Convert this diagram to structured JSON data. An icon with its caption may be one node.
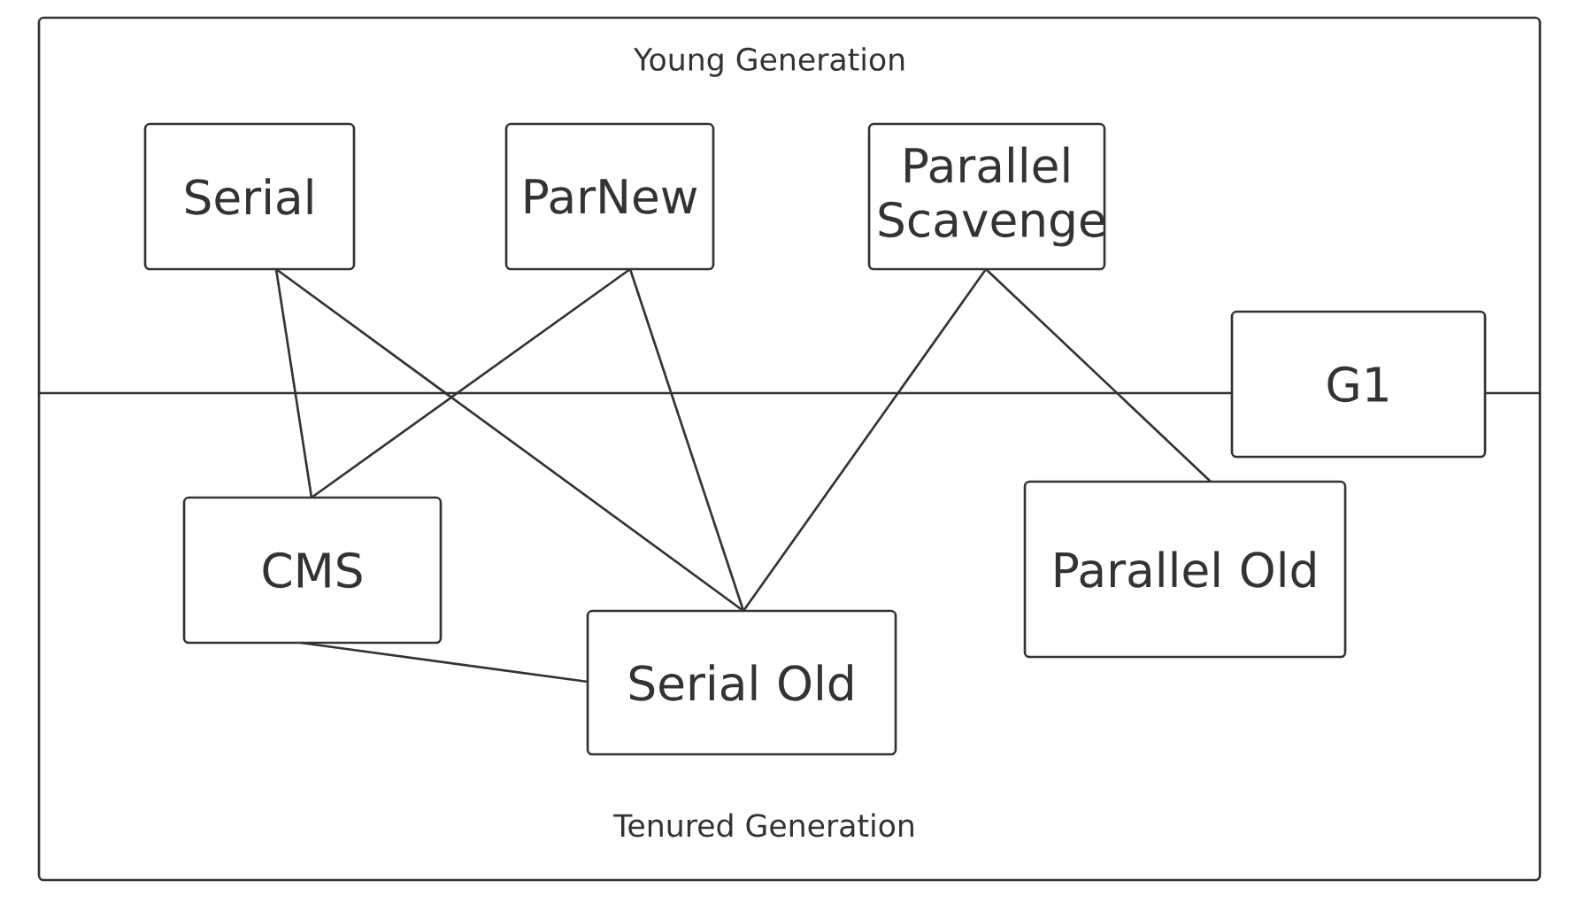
{
  "diagram": {
    "nodes": [
      {
        "text": [
          "Serial"
        ]
      },
      {
        "text": [
          "ParNew"
        ]
      },
      {
        "text": [
          "Parallel Scavenge"
        ]
      },
      {
        "text": [
          "G1"
        ]
      },
      {
        "text": [
          "CMS"
        ]
      },
      {
        "text": [
          "Serial Old"
        ]
      },
      {
        "text": [
          "Parallel Old"
        ]
      }
    ],
    "edges": [
      {
        "from": 0,
        "to": 4,
        "arrow": "none"
      },
      {
        "from": 0,
        "to": 5,
        "arrow": "none"
      },
      {
        "from": 1,
        "to": 4,
        "arrow": "none"
      },
      {
        "from": 1,
        "to": 5,
        "arrow": "none"
      },
      {
        "from": 2,
        "to": 5,
        "arrow": "none"
      },
      {
        "from": 2,
        "to": 6,
        "arrow": "none"
      },
      {
        "from": 4,
        "to": 5,
        "arrow": "none"
      }
    ],
    "labels": [
      "Young Generation",
      "Tenured Generation"
    ]
  }
}
